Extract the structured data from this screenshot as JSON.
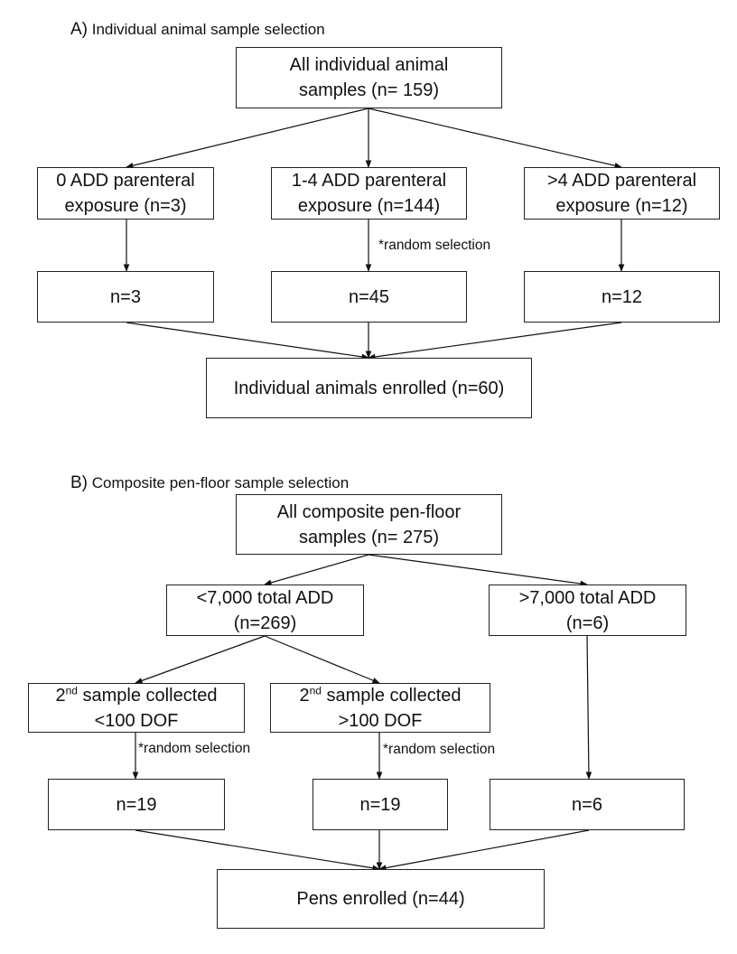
{
  "section_a": {
    "letter": "A)",
    "title": "Individual animal sample selection",
    "root": [
      "All individual animal",
      "samples (n= 159)"
    ],
    "groups": [
      [
        "0 ADD parenteral",
        "exposure (n=3)"
      ],
      [
        "1-4 ADD parenteral",
        "exposure (n=144)"
      ],
      [
        ">4 ADD parenteral",
        "exposure (n=12)"
      ]
    ],
    "note": "*random selection",
    "counts": [
      "n=3",
      "n=45",
      "n=12"
    ],
    "result": "Individual animals enrolled (n=60)"
  },
  "section_b": {
    "letter": "B)",
    "title": "Composite pen-floor sample selection",
    "root": [
      "All composite pen-floor",
      "samples (n= 275)"
    ],
    "groups": [
      [
        "<7,000 total ADD",
        "(n=269)"
      ],
      [
        ">7,000 total ADD",
        "(n=6)"
      ]
    ],
    "subgroups": [
      {
        "pre": "2",
        "sup": "nd",
        "post": " sample collected",
        "line2": "<100 DOF"
      },
      {
        "pre": "2",
        "sup": "nd",
        "post": " sample collected",
        "line2": ">100 DOF"
      }
    ],
    "notes": [
      "*random selection",
      "*random selection"
    ],
    "counts": [
      "n=19",
      "n=19",
      "n=6"
    ],
    "result": "Pens enrolled (n=44)"
  }
}
